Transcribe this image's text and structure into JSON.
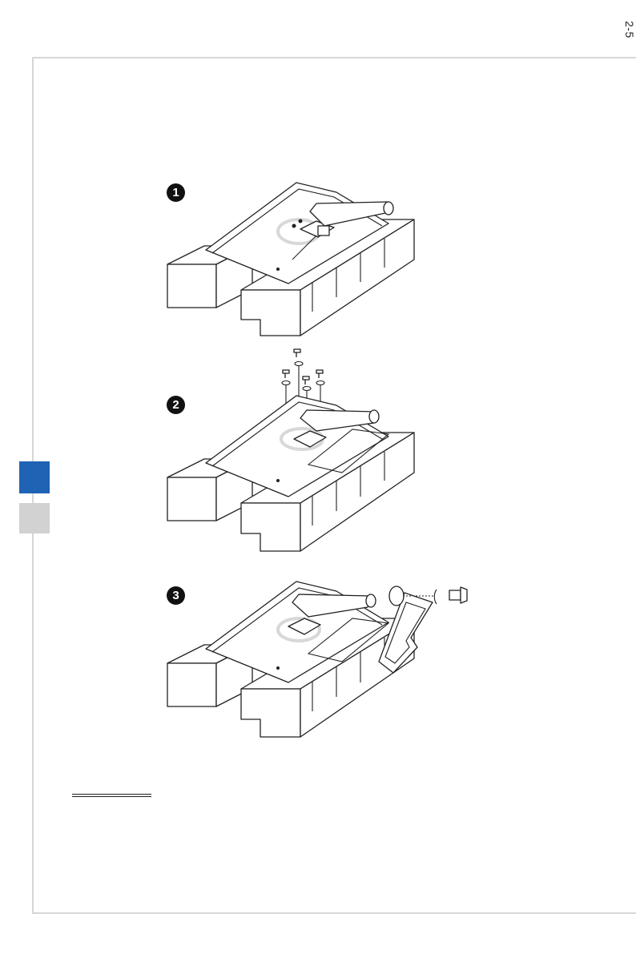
{
  "page": {
    "number": "2-5"
  },
  "side_tabs": {
    "active_color": "#1f63b4",
    "inactive_color": "#d2d2d2"
  },
  "steps": [
    {
      "label": "1"
    },
    {
      "label": "2"
    },
    {
      "label": "3"
    }
  ]
}
